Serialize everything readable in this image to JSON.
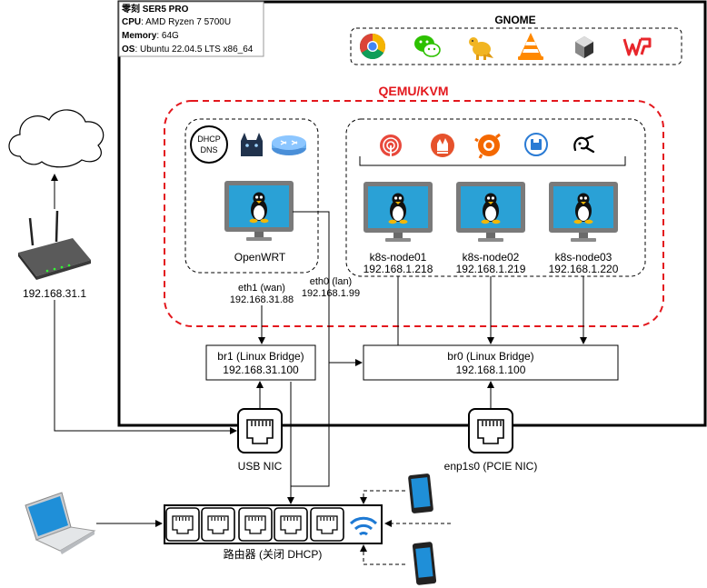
{
  "host": {
    "name": "零刻 SER5 PRO",
    "specs": [
      {
        "key": "CPU",
        "value": "AMD Ryzen 7 5700U"
      },
      {
        "key": "Memory",
        "value": "64G"
      },
      {
        "key": "OS",
        "value": "Ubuntu 22.04.5 LTS x86_64"
      }
    ]
  },
  "gnome": {
    "title": "GNOME",
    "apps": [
      "chrome-icon",
      "wechat-icon",
      "dbeaver-icon",
      "vlc-icon",
      "app-cube-icon",
      "wps-icon"
    ]
  },
  "qemu": {
    "title": "QEMU/KVM",
    "openwrt": {
      "name": "OpenWRT",
      "dhcp_line1": "DHCP",
      "dhcp_line2": "DNS",
      "service_icons": [
        "openclash-cat-icon",
        "router-icon"
      ]
    },
    "k8s_tools": [
      "argocd-icon",
      "prometheus-icon",
      "grafana-icon",
      "backup-icon",
      "k8s-tool-icon"
    ],
    "nodes": [
      {
        "name": "k8s-node01",
        "ip": "192.168.1.218"
      },
      {
        "name": "k8s-node02",
        "ip": "192.168.1.219"
      },
      {
        "name": "k8s-node03",
        "ip": "192.168.1.220"
      }
    ]
  },
  "interfaces": {
    "wan": {
      "label": "eth1 (wan)",
      "ip": "192.168.31.88"
    },
    "lan": {
      "label": "eth0 (lan)",
      "ip": "192.168.1.99"
    }
  },
  "bridges": {
    "br1": {
      "label": "br1 (Linux Bridge)",
      "ip": "192.168.31.100"
    },
    "br0": {
      "label": "br0 (Linux Bridge)",
      "ip": "192.168.1.100"
    }
  },
  "nics": {
    "usb": {
      "label": "USB NIC"
    },
    "pcie": {
      "label": "enp1s0 (PCIE NIC)"
    }
  },
  "upstream_router": {
    "ip": "192.168.31.1"
  },
  "lan_router": {
    "label": "路由器 (关闭 DHCP)"
  },
  "colors": {
    "qemu_red": "#e3171d",
    "monitor_frame": "#7a7a7a",
    "monitor_screen": "#2aa1d6"
  }
}
